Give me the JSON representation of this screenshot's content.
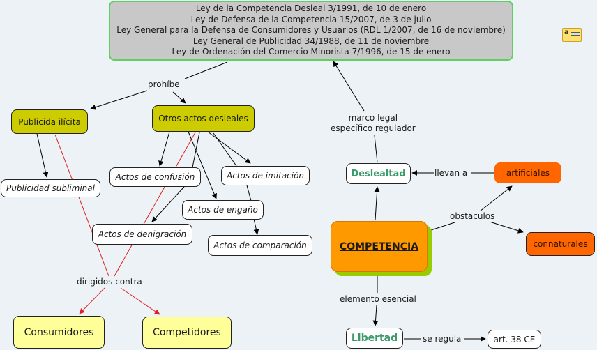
{
  "concept_map": {
    "nodes": {
      "laws": {
        "lines": [
          "Ley de la Competencia Desleal 3/1991, de 10 de enero",
          "Ley de Defensa de la Competencia 15/2007, de 3 de julio",
          "Ley General para la Defensa de Consumidores y Usuarios (RDL 1/2007, de 16 de noviembre)",
          "Ley General de Publicidad 34/1988, de 11 de noviembre",
          "Ley de Ordenación del Comercio Minorista 7/1996, de 15 de enero"
        ]
      },
      "publicidad_ilicita": "Publicida ilícita",
      "otros_actos": "Otros actos desleales",
      "publicidad_subliminal": "Publicidad subliminal",
      "actos_confusion": "Actos de confusión",
      "actos_imitacion": "Actos de imitación",
      "actos_engano": "Actos de engaño",
      "actos_denigracion": "Actos de denigración",
      "actos_comparacion": "Actos de comparación",
      "consumidores": "Consumidores",
      "competidores": "Competidores",
      "deslealtad": "Deslealtad",
      "artificiales": "artificiales",
      "connaturales": "connaturales",
      "competencia": "COMPETENCIA",
      "libertad": "Libertad",
      "art38": "art. 38 CE"
    },
    "linking_phrases": {
      "prohibe": "prohíbe",
      "dirigidos_contra": "dirigidos contra",
      "marco_legal_1": "marco legal",
      "marco_legal_2": "específico regulador",
      "llevan_a": "llevan a",
      "obstaculos": "obstaculos",
      "elemento_esencial": "elemento esencial",
      "se_regula": "se regula"
    },
    "colors": {
      "background": "#ecf2f5",
      "law_box": "#c8c8c8",
      "law_border": "#5fd05f",
      "olive": "#cccc00",
      "yellow": "#ffff99",
      "orange": "#ff6600",
      "competencia": "#ff9900",
      "competencia_shadow": "#99cc00",
      "green_text": "#3a9a6a",
      "red_link": "#e02020"
    },
    "attached_resource_icon": "text-document-icon"
  }
}
